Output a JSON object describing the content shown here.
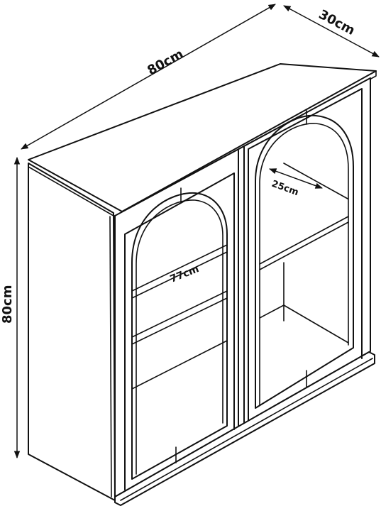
{
  "dimensions": {
    "width_label": "80cm",
    "depth_label": "30cm",
    "height_label": "80cm",
    "inner_height_label": "77cm",
    "shelf_depth_label": "25cm"
  },
  "colors": {
    "line": "#111111",
    "background": "#ffffff"
  }
}
